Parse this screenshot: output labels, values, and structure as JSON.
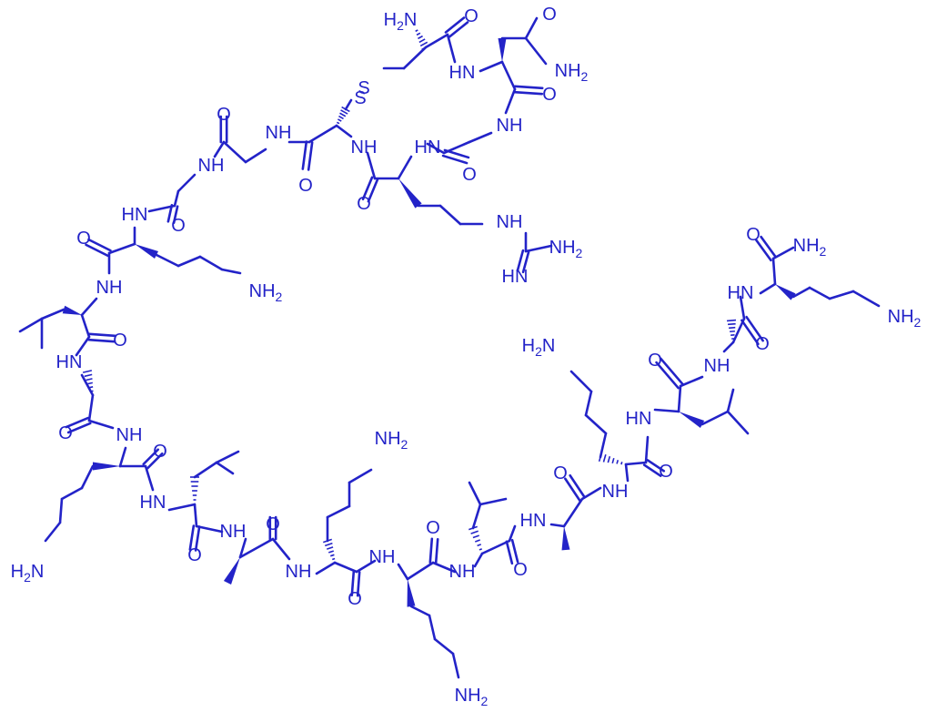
{
  "molecule": {
    "color": "#2323c8",
    "atoms": {
      "n_term_nh2": "H2N",
      "amide_nh2_asn": "NH2",
      "amide_nh_1": "HN",
      "ss_s1": "S",
      "ss_s2": "S",
      "gly_nh": "NH",
      "arg_nh_top": "HN",
      "cys_nh": "NH",
      "gly2_nh": "NH",
      "gly3_nh": "NH",
      "lys1_nh": "HN",
      "lys1_nh2": "NH2",
      "arg_side_nh": "NH",
      "arg_side_nh2": "NH2",
      "arg_side_hn": "HN",
      "leu1_nh": "NH",
      "ala1_nh": "HN",
      "lys2_nh": "NH",
      "lys2_nh2": "H2N",
      "leu2_nh": "HN",
      "ala2_nh": "NH",
      "lys3_nh": "NH",
      "lys3_nh2": "NH2",
      "lys4_nh": "NH",
      "lys4_nh2": "NH2",
      "leu3_nh": "NH",
      "ala3_nh": "HN",
      "lys5_nh": "NH",
      "lys5_nh2": "H2N",
      "leu4_nh": "HN",
      "ala4_nh": "NH",
      "lys6_nh": "HN",
      "c_term_nh2": "NH2",
      "lys6_side_nh2": "NH2"
    }
  }
}
